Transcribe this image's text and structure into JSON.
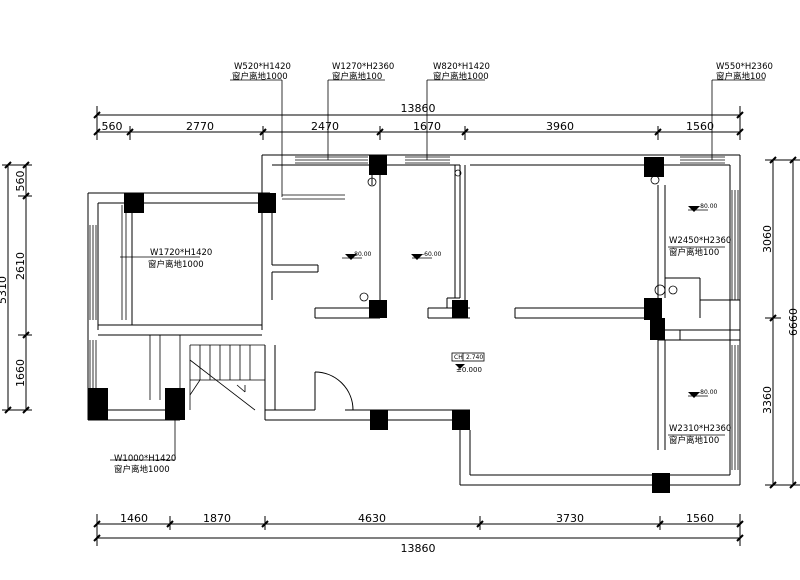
{
  "plan": {
    "top_total": "13860",
    "bottom_total": "13860",
    "top_dims": [
      "560",
      "2770",
      "2470",
      "1670",
      "3960",
      "1560"
    ],
    "bottom_dims": [
      "1460",
      "1870",
      "4630",
      "3730",
      "1560"
    ],
    "left_outer": "5310",
    "left_dims": [
      "560",
      "2610",
      "1660"
    ],
    "right_outer": "6660",
    "right_dims": [
      "3060",
      "3360"
    ],
    "window_tags": [
      {
        "size": "W520*H1420",
        "sill": "窗户离地1000"
      },
      {
        "size": "W1270*H2360",
        "sill": "窗户离地100"
      },
      {
        "size": "W820*H1420",
        "sill": "窗户离地1000"
      },
      {
        "size": "W550*H2360",
        "sill": "窗户离地100"
      },
      {
        "size": "W1720*H1420",
        "sill": "窗户离地1000"
      },
      {
        "size": "W2450*H2360",
        "sill": "窗户离地100"
      },
      {
        "size": "W2310*H2360",
        "sill": "窗户离地100"
      },
      {
        "size": "W1000*H1420",
        "sill": "窗户离地1000"
      }
    ],
    "levels": [
      "-80.00",
      "-60.00",
      "-80.00",
      "-80.00"
    ],
    "ceiling_height": {
      "label": "CH",
      "value": "2.740"
    },
    "floor_level": "±0.000"
  }
}
